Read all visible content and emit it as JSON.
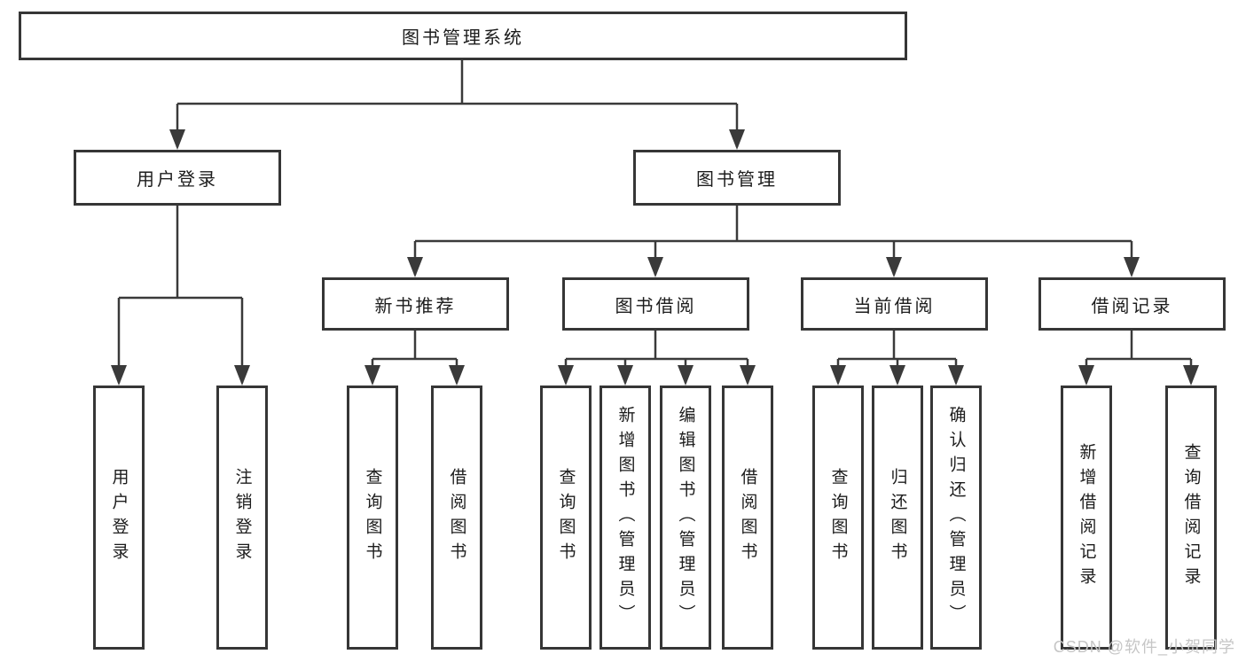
{
  "tree": {
    "root": {
      "label": "图书管理系统"
    },
    "branches": [
      {
        "label": "用户登录",
        "children": [
          {
            "label": "用户登录"
          },
          {
            "label": "注销登录"
          }
        ]
      },
      {
        "label": "图书管理",
        "sections": [
          {
            "label": "新书推荐",
            "children": [
              {
                "label": "查询图书"
              },
              {
                "label": "借阅图书"
              }
            ]
          },
          {
            "label": "图书借阅",
            "children": [
              {
                "label": "查询图书"
              },
              {
                "label": "新增图书（管理员）"
              },
              {
                "label": "编辑图书（管理员）"
              },
              {
                "label": "借阅图书"
              }
            ]
          },
          {
            "label": "当前借阅",
            "children": [
              {
                "label": "查询图书"
              },
              {
                "label": "归还图书"
              },
              {
                "label": "确认归还（管理员）"
              }
            ]
          },
          {
            "label": "借阅记录",
            "children": [
              {
                "label": "新增借阅记录"
              },
              {
                "label": "查询借阅记录"
              }
            ]
          }
        ]
      }
    ]
  },
  "watermark": {
    "text": "CSDN @软件_小贺同学"
  },
  "colors": {
    "background": "#ffffff",
    "box_border": "#363636",
    "line": "#3a3a3a",
    "text": "#1c1c1c",
    "watermark": "#c6c6c6"
  }
}
